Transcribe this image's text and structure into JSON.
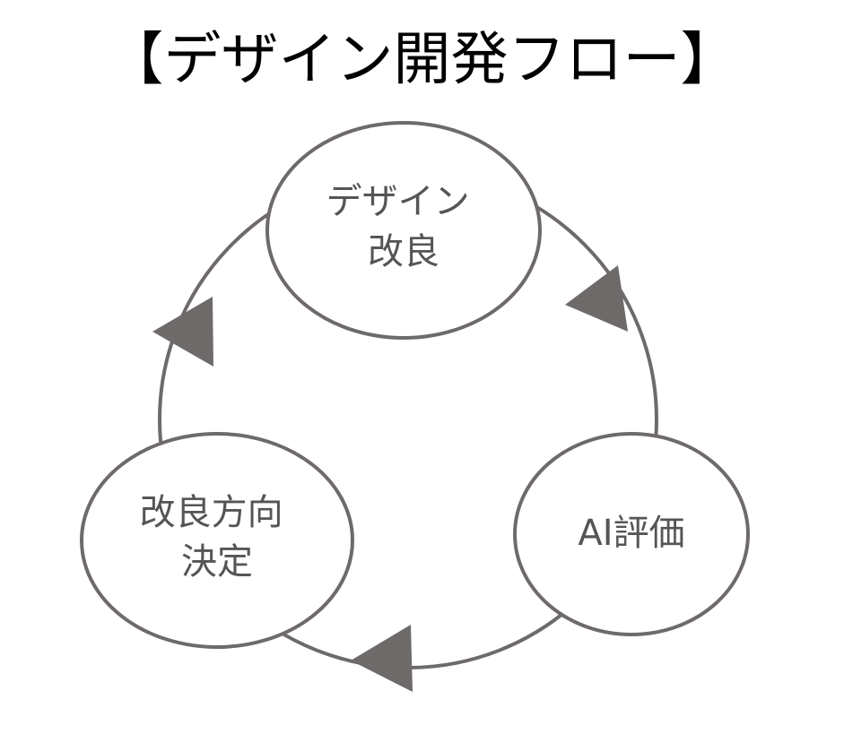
{
  "title": "【デザイン開発フロー】",
  "colors": {
    "stroke": "#6f6a6a",
    "text": "#555555",
    "title": "#000000",
    "node_fill": "#ffffff"
  },
  "nodes": [
    {
      "id": "design",
      "lines": [
        "デザイン",
        "改良"
      ]
    },
    {
      "id": "ai",
      "lines": [
        "AI評価"
      ]
    },
    {
      "id": "direction",
      "lines": [
        "改良方向",
        "決定"
      ]
    }
  ]
}
